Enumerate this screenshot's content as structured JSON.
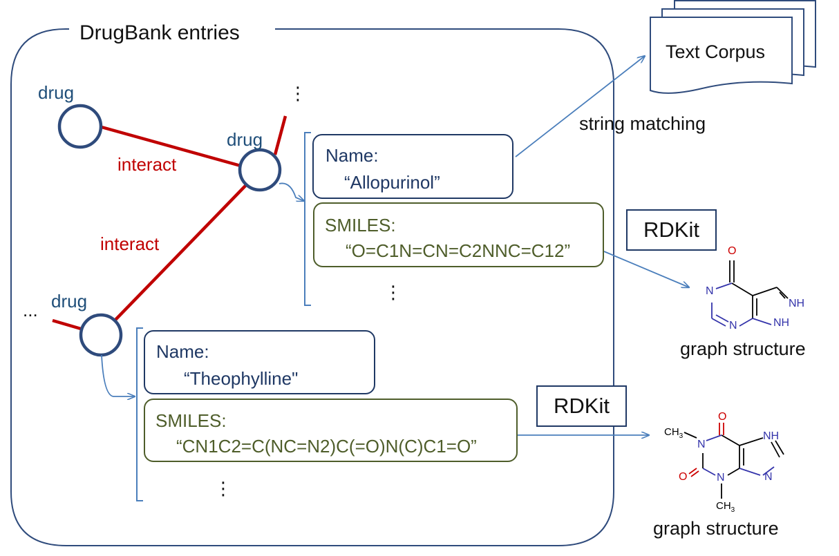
{
  "container": {
    "title": "DrugBank entries"
  },
  "nodes": {
    "label": "drug"
  },
  "edges": {
    "label": "interact"
  },
  "ellipsis": {
    "horizontal": "...",
    "vertical": "⋮"
  },
  "entry1": {
    "name_key": "Name:",
    "name_value": "“Allopurinol”",
    "smiles_key": "SMILES:",
    "smiles_value": "“O=C1N=CN=C2NNC=C12”"
  },
  "entry2": {
    "name_key": "Name:",
    "name_value": "“Theophylline\"",
    "smiles_key": "SMILES:",
    "smiles_value": "“CN1C2=C(NC=N2)C(=O)N(C)C1=O”"
  },
  "tools": {
    "rdkit": "RDKit"
  },
  "corpus": {
    "label": "Text Corpus",
    "link_label": "string matching"
  },
  "outputs": {
    "graph_label": "graph structure"
  },
  "molecules": {
    "allopurinol": {
      "o": "O",
      "n": "N",
      "nh": "NH"
    },
    "theophylline": {
      "o": "O",
      "n": "N",
      "nh": "NH",
      "ch3": "CH",
      "sub3": "3"
    }
  },
  "colors": {
    "node_stroke": "#2f4b7c",
    "edge": "#c00000",
    "name_border": "#1f3864",
    "smiles_border": "#4e5d2a",
    "arrow": "#4a7ebb",
    "container": "#2f4b7c"
  }
}
